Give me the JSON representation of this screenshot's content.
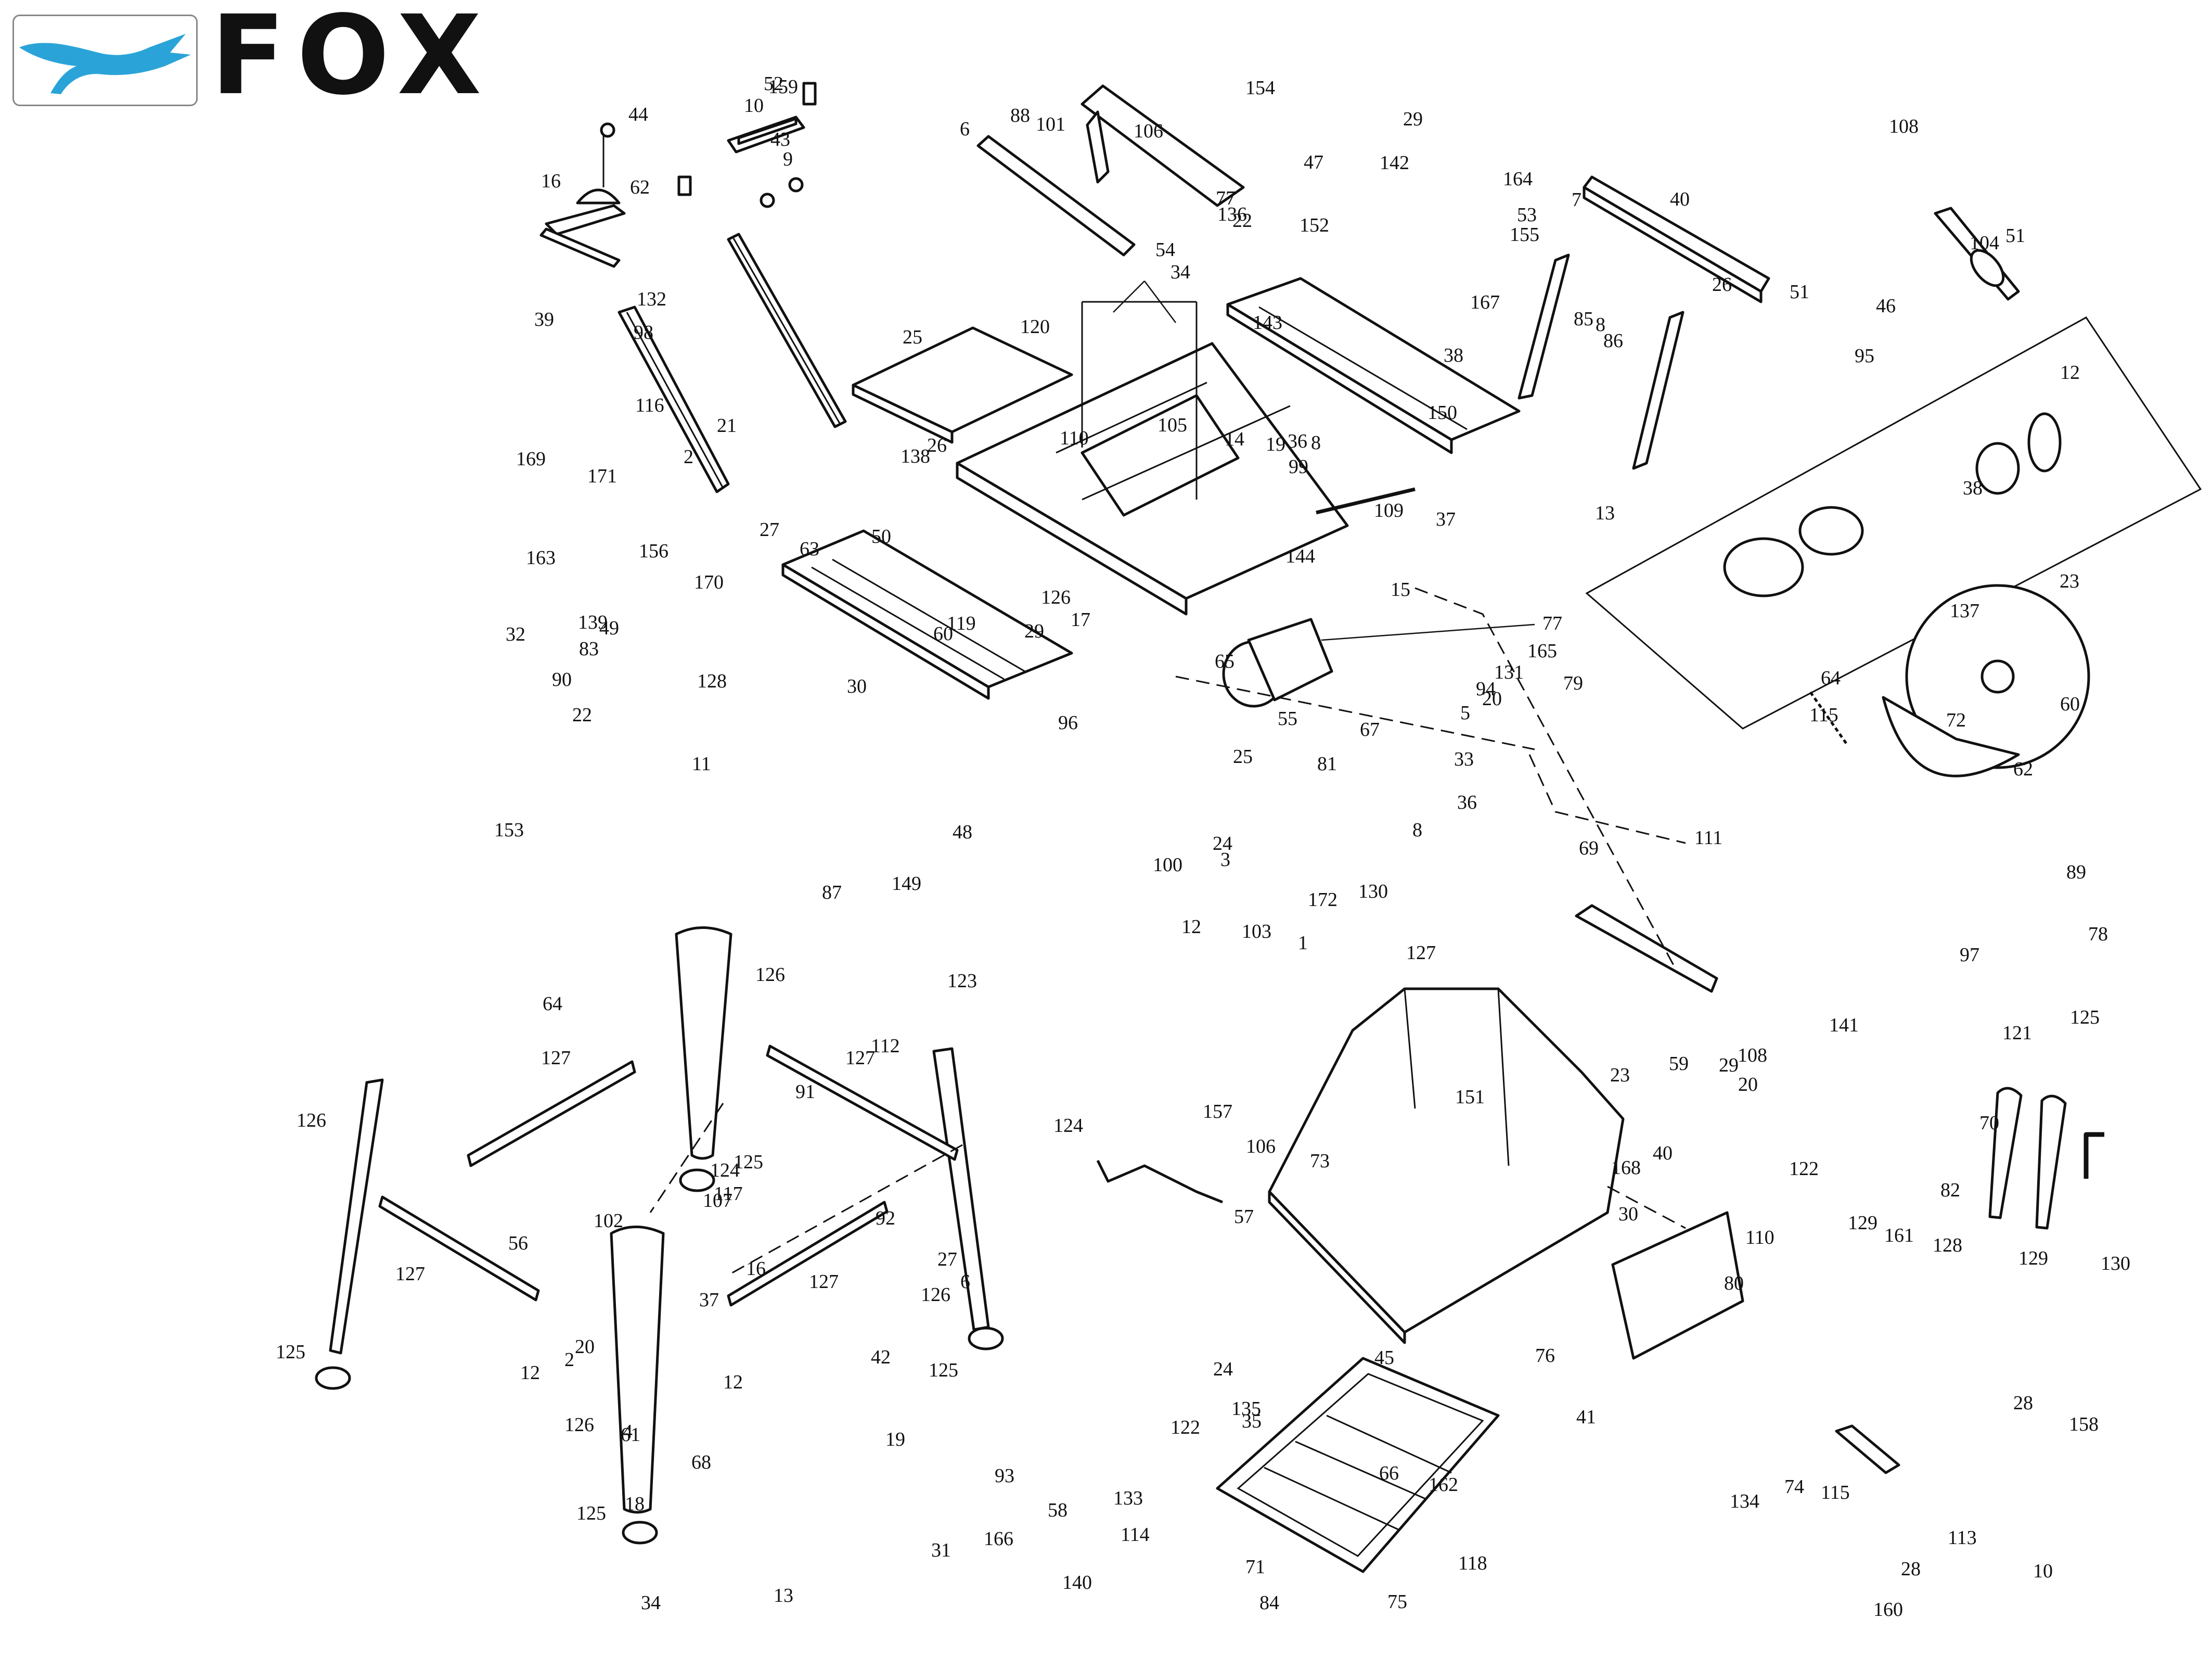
{
  "brand": {
    "name": "FOX",
    "logo_icon": "fox-logo-icon",
    "accent": "#2aa4d8"
  },
  "parts": {
    "stand_legs": [
      {
        "label": "126"
      },
      {
        "label": "126"
      },
      {
        "label": "126"
      },
      {
        "label": "126"
      }
    ],
    "stand_braces": [
      {
        "label": "127"
      },
      {
        "label": "127"
      },
      {
        "label": "127"
      },
      {
        "label": "127"
      }
    ],
    "feet": [
      {
        "label": "125"
      },
      {
        "label": "125"
      },
      {
        "label": "125"
      },
      {
        "label": "125"
      }
    ],
    "stand_screws": [
      {
        "label": "12"
      },
      {
        "label": "20"
      },
      {
        "label": "2"
      },
      {
        "label": "12"
      }
    ],
    "table": {
      "label": "36"
    },
    "table_left_ext": {
      "label": "27"
    },
    "table_left_ext_top": {
      "label": "25"
    },
    "table_right_ext": {
      "label": "38"
    },
    "fence_rail": {
      "label": "40"
    },
    "guard_bar": {
      "label": "37"
    },
    "riving_assembly": {
      "label": "34"
    },
    "cabinet": {
      "label": "106"
    },
    "base_tray": {
      "label": "122"
    },
    "motor_cover": {
      "label": "77"
    },
    "saw_blade": {
      "label": "60"
    },
    "blade_guard": {
      "label": "62"
    },
    "spring": {
      "label": "64"
    },
    "dust_duct": {
      "label": "108"
    },
    "side_panel": {
      "label": "110"
    },
    "crank": {
      "label": "124"
    },
    "handle": {
      "label": "115"
    },
    "wrenches": [
      {
        "label": "128"
      },
      {
        "label": "129"
      },
      {
        "label": "130"
      }
    ],
    "miter_gauge": {
      "label": "16"
    },
    "rip_fence": {
      "label": "10"
    },
    "fence_head": {
      "label": "6"
    },
    "push_handle": {
      "label": "51"
    }
  },
  "labels": [
    "1",
    "2",
    "3",
    "4",
    "5",
    "6",
    "7",
    "8",
    "8",
    "8",
    "9",
    "10",
    "11",
    "12",
    "12",
    "13",
    "13",
    "14",
    "15",
    "16",
    "17",
    "18",
    "19",
    "19",
    "20",
    "20",
    "21",
    "22",
    "22",
    "23",
    "23",
    "24",
    "24",
    "25",
    "26",
    "26",
    "27",
    "28",
    "28",
    "29",
    "29",
    "29",
    "30",
    "30",
    "31",
    "32",
    "33",
    "34",
    "35",
    "36",
    "37",
    "38",
    "39",
    "40",
    "41",
    "42",
    "43",
    "44",
    "45",
    "46",
    "47",
    "48",
    "49",
    "50",
    "51",
    "52",
    "53",
    "54",
    "55",
    "56",
    "57",
    "58",
    "59",
    "60",
    "61",
    "62",
    "63",
    "64",
    "65",
    "66",
    "67",
    "68",
    "69",
    "70",
    "71",
    "72",
    "73",
    "74",
    "75",
    "76",
    "77",
    "78",
    "79",
    "80",
    "81",
    "82",
    "83",
    "84",
    "85",
    "86",
    "87",
    "88",
    "89",
    "90",
    "91",
    "92",
    "93",
    "94",
    "95",
    "96",
    "97",
    "98",
    "99",
    "100",
    "101",
    "102",
    "103",
    "104",
    "105",
    "106",
    "107",
    "108",
    "109",
    "110",
    "111",
    "112",
    "113",
    "114",
    "115",
    "116",
    "117",
    "118",
    "119",
    "120",
    "121",
    "122",
    "123",
    "124",
    "125",
    "126",
    "127",
    "128",
    "129",
    "130",
    "131",
    "132",
    "133",
    "134",
    "135",
    "136",
    "137",
    "138",
    "139",
    "140",
    "141",
    "142",
    "143",
    "144",
    "149",
    "150",
    "151",
    "152",
    "153",
    "154",
    "155",
    "156",
    "157",
    "158",
    "159",
    "160",
    "161",
    "162",
    "163",
    "164",
    "165",
    "166",
    "167",
    "168",
    "169",
    "170",
    "171",
    "172"
  ]
}
